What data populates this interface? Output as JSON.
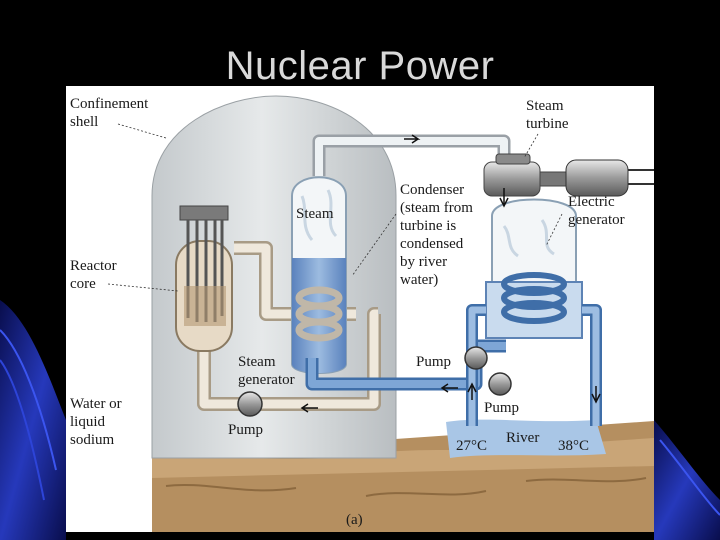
{
  "slide": {
    "title": "Nuclear Power"
  },
  "diagram": {
    "labels": {
      "confinement_shell": [
        "Confinement",
        "shell"
      ],
      "steam_turbine": [
        "Steam",
        "turbine"
      ],
      "steam": "Steam",
      "condenser": [
        "Condenser",
        "(steam from",
        "turbine is",
        "condensed",
        "by river",
        "water)"
      ],
      "electric_generator": [
        "Electric",
        "generator"
      ],
      "reactor_core": [
        "Reactor",
        "core"
      ],
      "steam_generator": [
        "Steam",
        "generator"
      ],
      "pump_top": "Pump",
      "pump_right": "Pump",
      "pump_bottom": "Pump",
      "coolant": [
        "Water or",
        "liquid",
        "sodium"
      ],
      "river": "River",
      "temp_in": "27°C",
      "temp_out": "38°C",
      "caption": "(a)"
    },
    "colors": {
      "background": "#000000",
      "swoosh": "#1b2fb8",
      "dome": "#d2d6d8",
      "primary_pipe": "#d9cfc0",
      "water": "#6f96c9",
      "earth": "#b08a5d"
    }
  }
}
